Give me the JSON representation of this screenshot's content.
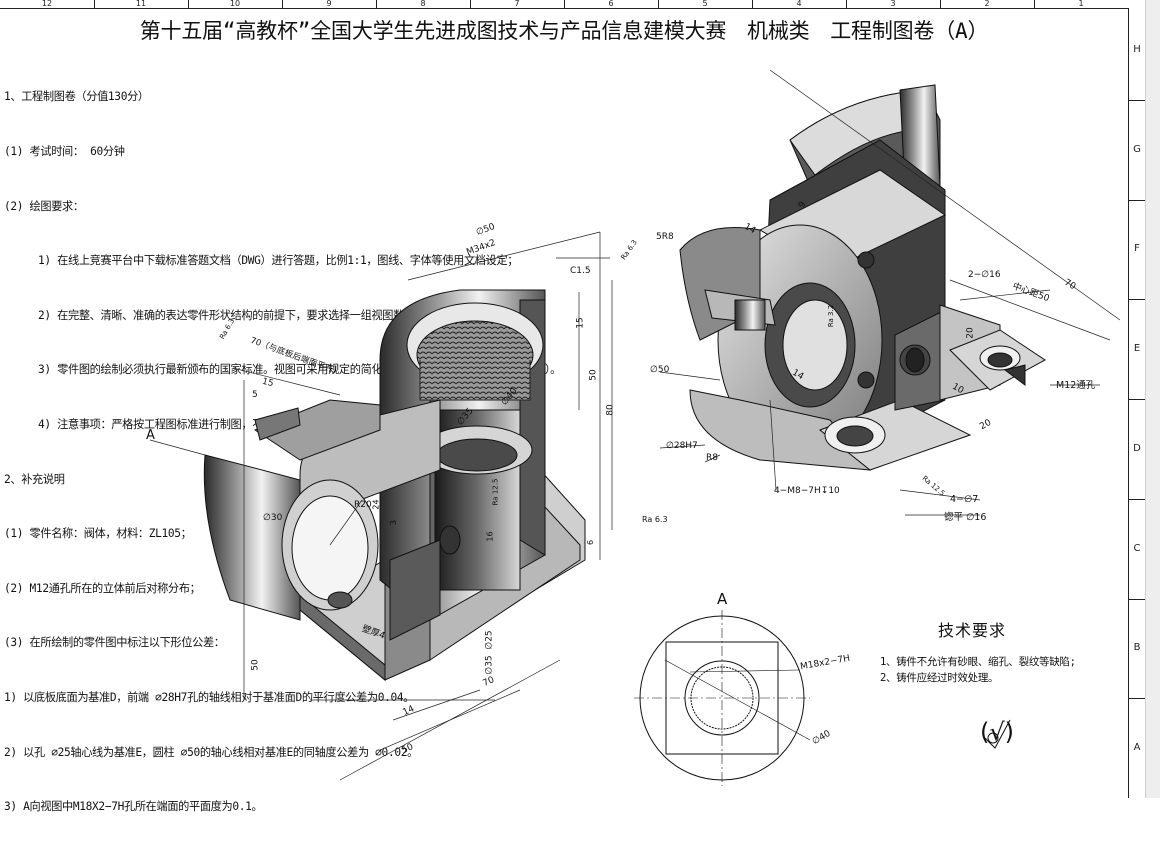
{
  "title": "第十五届“高教杯”全国大学生先进成图技术与产品信息建模大赛　机械类　工程制图卷（A）",
  "zones": {
    "columns": [
      "12",
      "11",
      "10",
      "9",
      "8",
      "7",
      "6",
      "5",
      "4",
      "3",
      "2",
      "1"
    ],
    "rows": [
      "H",
      "G",
      "F",
      "E",
      "D",
      "C",
      "B",
      "A"
    ]
  },
  "instructions": {
    "s1": "1、工程制图卷（分值130分）",
    "s1a": "(1) 考试时间： 60分钟",
    "s1b": "(2) 绘图要求：",
    "s1b1": "1) 在线上竞赛平台中下载标准答题文档（DWG）进行答题，比例1:1，图线、字体等使用文档设定；",
    "s1b2": "2) 在完整、清晰、准确的表达零件形状结构的前提下，要求选择一组视图数量少、最简洁的表达方法；",
    "s1b3": "3) 零件图的绘制必须执行最新颁布的国家标准。视图可采用规定的简化画法（尺寸箭头不能采用简化画法）。",
    "s1b4": "4) 注意事项：严格按工程图标准进行制图，不能在图纸任何位置填写学校、姓名，否则试卷作废",
    "s2": "2、补充说明",
    "s2a": "(1) 零件名称：阀体，材料：ZL105；",
    "s2b": "(2) M12通孔所在的立体前后对称分布；",
    "s2c": "(3) 在所绘制的零件图中标注以下形位公差：",
    "t1": "1) 以底板底面为基准D，前端 ∅28H7孔的轴线相对于基准面D的平行度公差为0.04。",
    "t2": "2) 以孔 ∅25轴心线为基准E，圆柱 ∅50的轴心线相对基准E的同轴度公差为 ∅0.02。",
    "t3": "3) A向视图中M18X2−7H孔所在端面的平面度为0.1。"
  },
  "left_view_dims": {
    "d50": "∅50",
    "m34": "M34x2",
    "c15": "C1.5",
    "ra63a": "Ra 6.3",
    "ra63b": "Ra 6.3",
    "ra63c": "Ra 6.3",
    "d15": "15",
    "d50v": "50",
    "d80": "80",
    "d40": "∅40",
    "d35": "∅35",
    "d70note": "70（与底板后端面平齐）",
    "d15b": "15",
    "d5": "5",
    "d30": "∅30",
    "r20": "R20",
    "d24": "24",
    "d3": "3",
    "ra125": "Ra 12.5",
    "d16": "16",
    "d6": "6",
    "d25": "∅25",
    "d35b": "∅35",
    "d70": "70",
    "d14": "14",
    "d50b": "50",
    "d50h": "50",
    "wall": "壁厚4",
    "arrowA": "A"
  },
  "right_view_dims": {
    "d9": "9",
    "d14": "14",
    "r8": "5R8",
    "d14b": "14",
    "ra32": "Ra 3.2",
    "d50": "∅50",
    "d28": "∅28H7",
    "r8b": "R8",
    "m8": "4−M8−7H↧10",
    "hole2": "2−∅16",
    "center": "中心距50",
    "d70": "70",
    "d20": "20",
    "d10": "10",
    "d20b": "20",
    "m12": "M12通孔",
    "ra125": "Ra 12.5",
    "hole4": "4−∅7",
    "spot": "锪平 ∅16"
  },
  "view_a": {
    "label": "A",
    "thread": "M18x2−7H",
    "dia": "∅40"
  },
  "tech": {
    "title": "技术要求",
    "item1": "1、铸件不允许有砂眼、缩孔、裂纹等缺陷;",
    "item2": "2、铸件应经过时效处理。"
  },
  "roughness": "(√)"
}
